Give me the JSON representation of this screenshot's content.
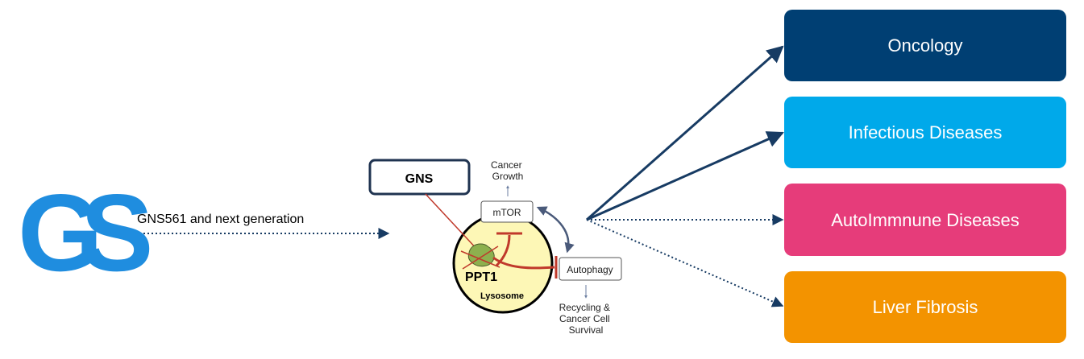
{
  "logo": {
    "text": "GS",
    "color": "#1f8ddf"
  },
  "flow_label": "GNS561 and next generation",
  "gns_box": {
    "label": "GNS",
    "border_color": "#1f3350"
  },
  "mechanism": {
    "cancer_growth": [
      "Cancer",
      "Growth"
    ],
    "mtor": "mTOR",
    "ppt1": "PPT1",
    "lysosome": "Lysosome",
    "autophagy": "Autophagy",
    "survival": [
      "Recycling &",
      "Cancer Cell",
      "Survival"
    ],
    "lysosome_fill": "#fdf7b6",
    "ppt1_fill": "#8db04e",
    "inhibit_color": "#c0392b",
    "arrow_color": "#4a5a7a"
  },
  "indications": [
    {
      "label": "Oncology",
      "color": "#003f73"
    },
    {
      "label": "Infectious Diseases",
      "color": "#00a9ea"
    },
    {
      "label": "AutoImmnune Diseases",
      "color": "#e63c7a"
    },
    {
      "label": "Liver Fibrosis",
      "color": "#f39300"
    }
  ],
  "colors": {
    "connector": "#173b63"
  }
}
